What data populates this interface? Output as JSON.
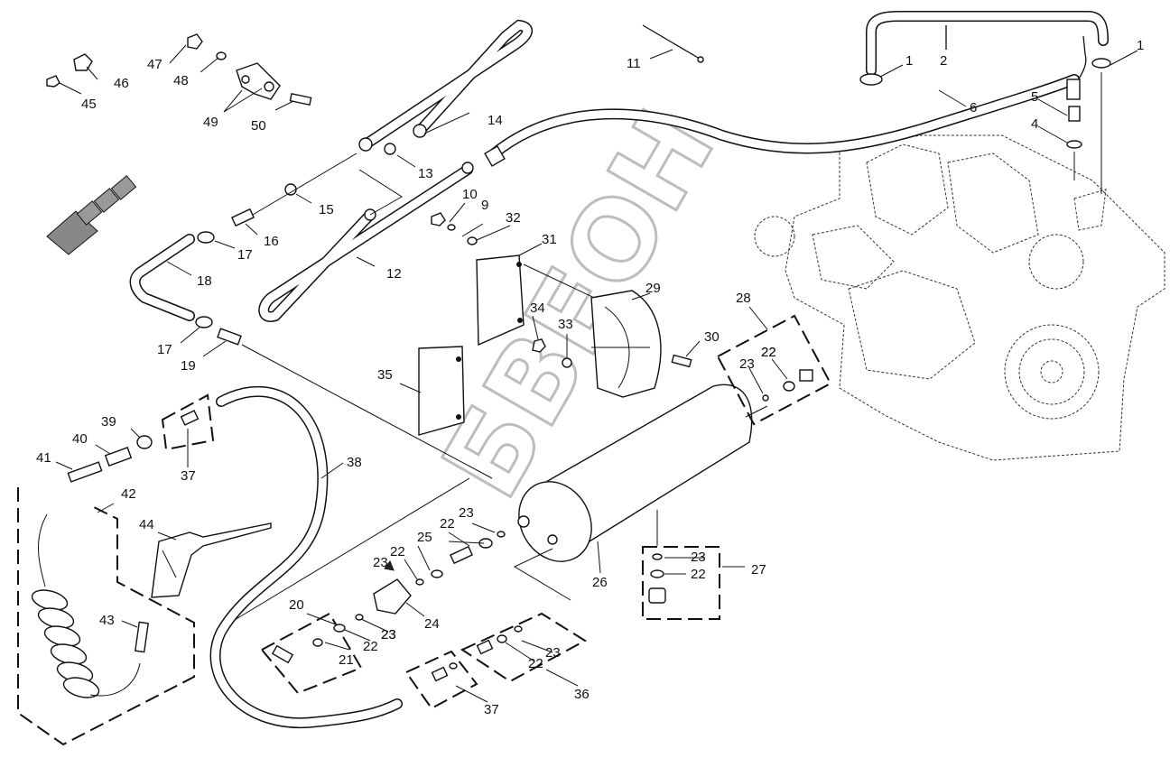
{
  "watermark": "БВЕОН",
  "callouts": [
    "1",
    "1",
    "2",
    "4",
    "5",
    "6",
    "9",
    "10",
    "11",
    "12",
    "13",
    "14",
    "15",
    "16",
    "17",
    "17",
    "18",
    "19",
    "20",
    "21",
    "22",
    "22",
    "22",
    "22",
    "22",
    "22",
    "22",
    "23",
    "23",
    "23",
    "23",
    "23",
    "23",
    "23",
    "24",
    "25",
    "26",
    "27",
    "28",
    "29",
    "30",
    "31",
    "32",
    "33",
    "34",
    "35",
    "36",
    "37",
    "37",
    "38",
    "39",
    "40",
    "41",
    "42",
    "43",
    "44",
    "45",
    "46",
    "47",
    "48",
    "49",
    "50"
  ],
  "icons": [
    "direction-arrow-icon"
  ]
}
